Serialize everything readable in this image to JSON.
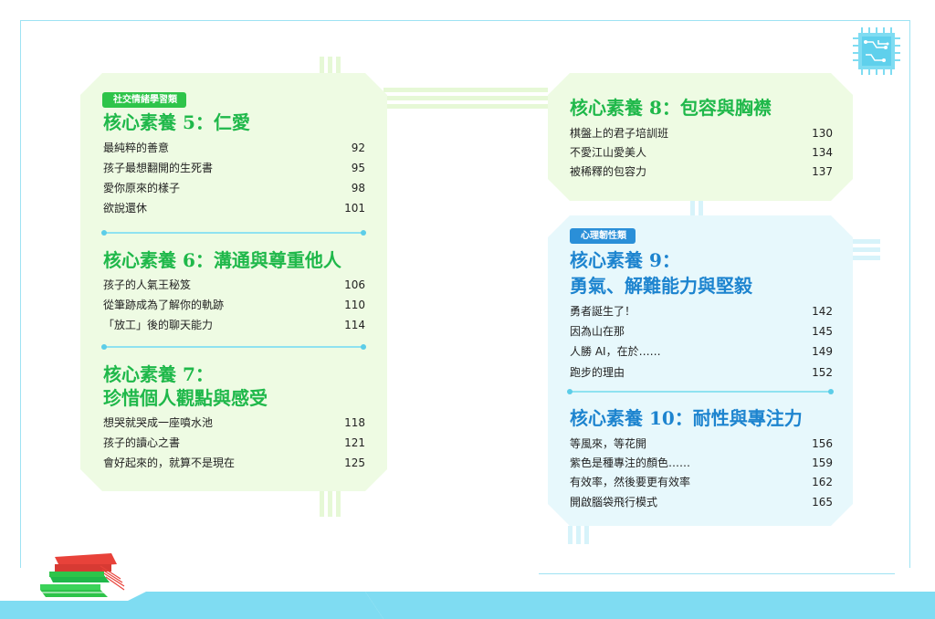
{
  "left": {
    "badge": "社交情緒學習類",
    "sections": [
      {
        "title": "核心素養 5：仁愛",
        "entries": [
          {
            "text": "最純粹的善意",
            "page": "92"
          },
          {
            "text": "孩子最想翻開的生死書",
            "page": "95"
          },
          {
            "text": "愛你原來的樣子",
            "page": "98"
          },
          {
            "text": "欲說還休",
            "page": "101"
          }
        ]
      },
      {
        "title": "核心素養 6：溝通與尊重他人",
        "entries": [
          {
            "text": "孩子的人氣王秘笈",
            "page": "106"
          },
          {
            "text": "從筆跡成為了解你的軌跡",
            "page": "110"
          },
          {
            "text": "「放工」後的聊天能力",
            "page": "114"
          }
        ]
      },
      {
        "title_line1": "核心素養 7：",
        "title_line2": "珍惜個人觀點與感受",
        "entries": [
          {
            "text": "想哭就哭成一座噴水池",
            "page": "118"
          },
          {
            "text": "孩子的讀心之書",
            "page": "121"
          },
          {
            "text": "會好起來的，就算不是現在",
            "page": "125"
          }
        ]
      }
    ]
  },
  "right": {
    "top": {
      "title": "核心素養 8：包容與胸襟",
      "entries": [
        {
          "text": "棋盤上的君子培訓班",
          "page": "130"
        },
        {
          "text": "不愛江山愛美人",
          "page": "134"
        },
        {
          "text": "被稀釋的包容力",
          "page": "137"
        }
      ]
    },
    "bottom": {
      "badge": "心理韌性類",
      "sections": [
        {
          "title_line1": "核心素養 9：",
          "title_line2": "勇氣、解難能力與堅毅",
          "entries": [
            {
              "text": "勇者誕生了！",
              "page": "142"
            },
            {
              "text": "因為山在那",
              "page": "145"
            },
            {
              "text": "人勝 AI，在於……",
              "page": "149"
            },
            {
              "text": "跑步的理由",
              "page": "152"
            }
          ]
        },
        {
          "title": "核心素養 10：耐性與專注力",
          "entries": [
            {
              "text": "等風來，等花開",
              "page": "156"
            },
            {
              "text": "紫色是種專注的顏色……",
              "page": "159"
            },
            {
              "text": "有效率，然後要更有效率",
              "page": "162"
            },
            {
              "text": "開啟腦袋飛行模式",
              "page": "165"
            }
          ]
        }
      ]
    }
  },
  "icons": {
    "chip": "circuit-chip-icon",
    "books": "book-stack-icon"
  },
  "colors": {
    "green_title": "#1fb84a",
    "blue_title": "#1d84cf",
    "green_card": "#eefbe3",
    "blue_card": "#e7f8fc",
    "cyan_band": "#7fdcf2"
  }
}
